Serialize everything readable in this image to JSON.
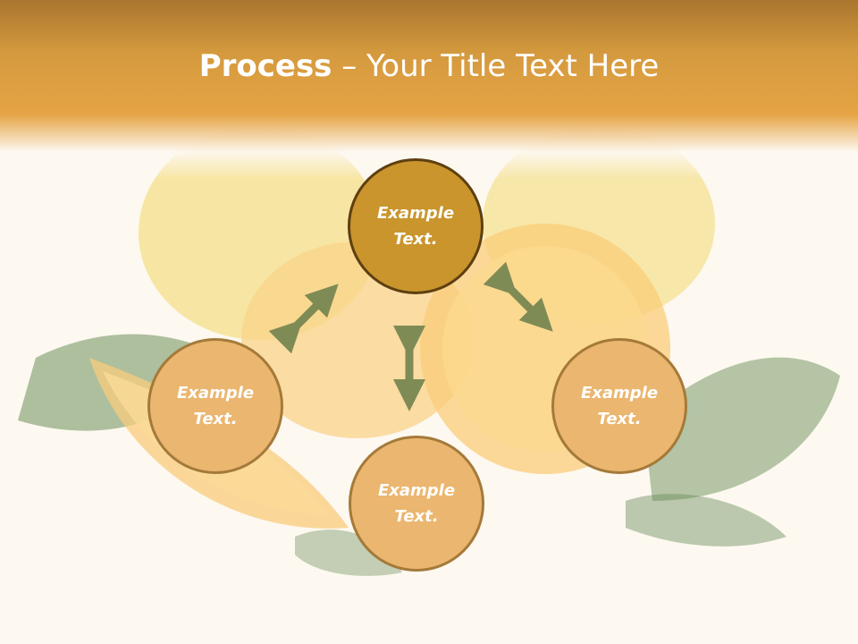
{
  "title": {
    "bold": "Process",
    "rest": " – Your Title Text Here"
  },
  "nodes": {
    "top": {
      "line1": "Example",
      "line2": "Text."
    },
    "left": {
      "line1": "Example",
      "line2": "Text."
    },
    "right": {
      "line1": "Example",
      "line2": "Text."
    },
    "bottom": {
      "line1": "Example",
      "line2": "Text."
    }
  },
  "colors": {
    "header": "#e5a445",
    "top_node": "#c9952c",
    "side_node": "#ebb66f",
    "arrow": "#7f8b55"
  }
}
